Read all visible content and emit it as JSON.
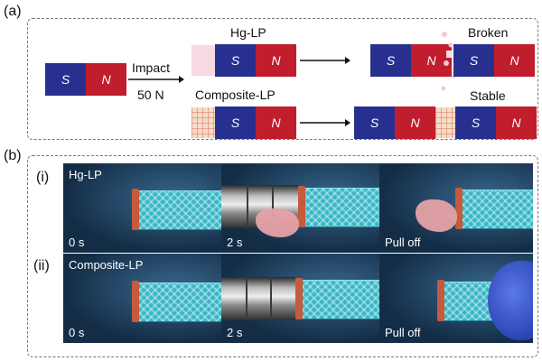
{
  "panel_a": {
    "label": "(a)",
    "impact_text": "Impact",
    "force_text": "50 N",
    "hg_title": "Hg-LP",
    "composite_title": "Composite-LP",
    "broken_text": "Broken",
    "stable_text": "Stable",
    "magnet_s": "S",
    "magnet_n": "N"
  },
  "panel_b": {
    "label": "(b)",
    "row1_label": "(i)",
    "row1_title": "Hg-LP",
    "row2_label": "(ii)",
    "row2_title": "Composite-LP",
    "frame_labels": [
      "0 s",
      "2 s",
      "Pull off"
    ]
  },
  "colors": {
    "magnet_s": "#27308f",
    "magnet_n": "#c01e2d",
    "tube": "#35b6c6",
    "tissue": "#e6a2a8"
  }
}
